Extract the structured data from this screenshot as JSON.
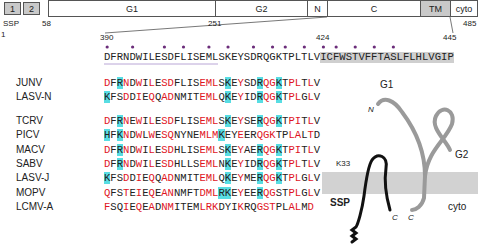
{
  "diagram": {
    "nodes": [
      {
        "text": [
          "1"
        ]
      },
      {
        "text": [
          "2"
        ]
      },
      {
        "text": [
          "G1"
        ]
      },
      {
        "text": [
          "G2"
        ]
      },
      {
        "text": [
          "N"
        ]
      },
      {
        "text": [
          "C"
        ]
      },
      {
        "text": [
          "TM"
        ]
      },
      {
        "text": [
          "cyto"
        ]
      }
    ],
    "edges": [],
    "labels": [
      "SSP",
      "1",
      "58",
      "251",
      "485",
      "390",
      "424",
      "445",
      "DFRNDWILESDFLISEMLSKEYSDRQGKTPLTLV",
      "ICFWSTVFFTASLFLHLVGIP",
      "JUNV",
      "DFRNDWILESDFLISEMLSKEYSDRQGKTPLTLV",
      "LASV-N",
      "KFSDDIEQQADNMITEMLQKEYIDRQGKTPLGLV",
      "TCRV",
      "DFRNEWILESDFLISEMLSKEYSERQGKTPITLV",
      "PICV",
      "HFKNDWLWESQNYNEMLMKEYEERQGKTPLALTD",
      "MACV",
      "DFRNDWILESDHLISEMLSKEYAERQGKTPITLV",
      "SABV",
      "DFRNDWILESDHLLSEMLNKEYIDRQGKTPLTLV",
      "LASV-J",
      "KFSDDIEQQADNMITEMLQKEYMERQGKTPLGLV",
      "MOPV",
      "QFSTEIEQEANNMFTDMLRKEYEERQGSTPLGLV",
      "LCMV-A",
      "FSQIEQEADNMITEMLRKDYIKRQGSTPLALMD",
      "G1",
      "N",
      "G2",
      "K33",
      "SSP",
      "C",
      "C",
      "cyto"
    ]
  }
}
